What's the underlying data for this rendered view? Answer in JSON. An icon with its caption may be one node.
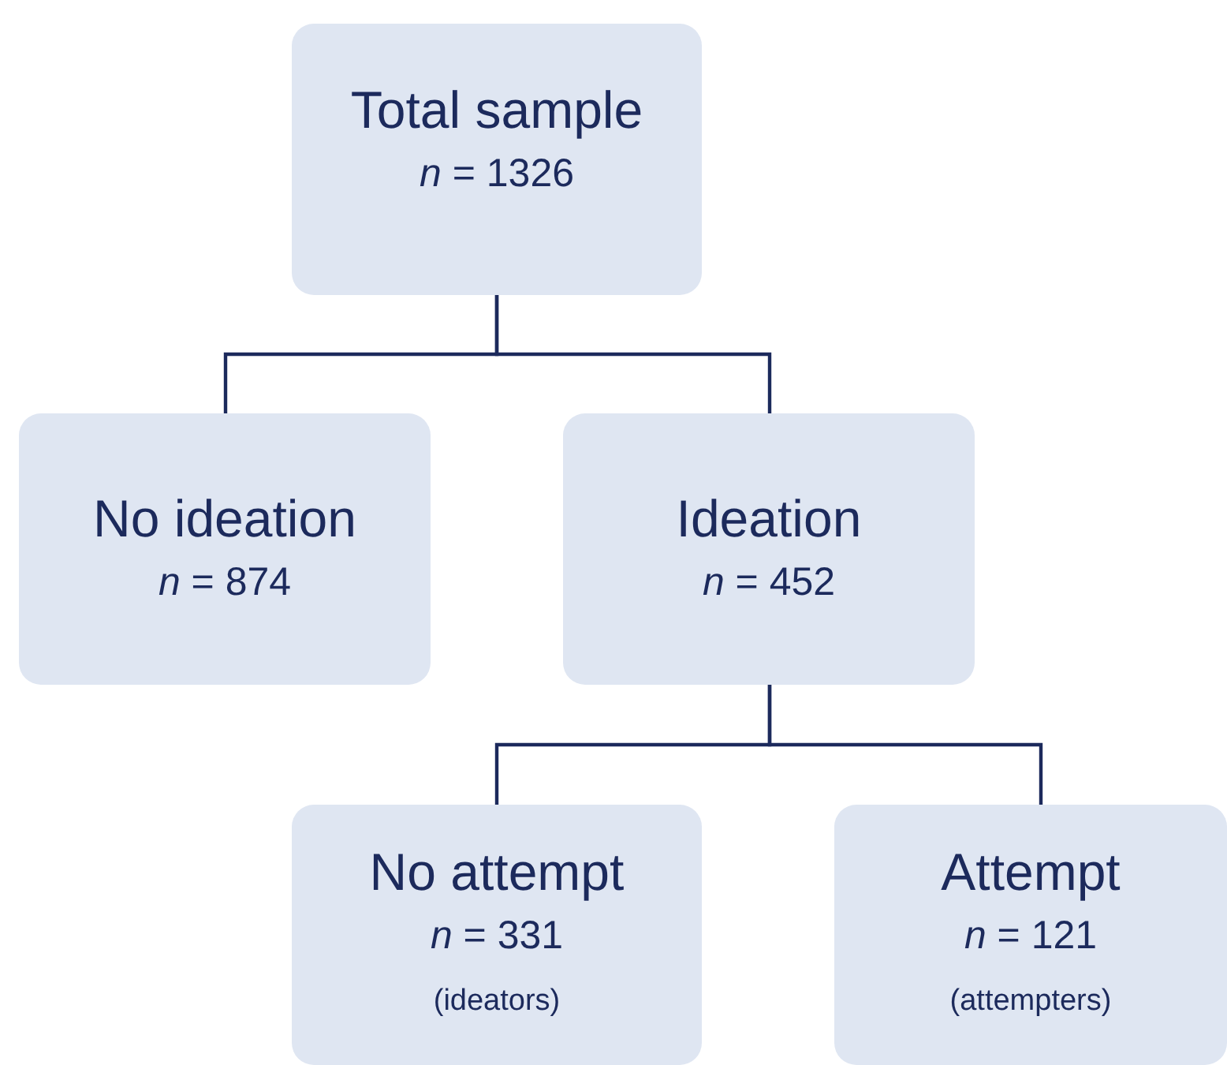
{
  "diagram": {
    "nodes": [
      {
        "text": [
          "Total sample",
          "*n* = 1326"
        ]
      },
      {
        "text": [
          "No ideation",
          "*n* = 874"
        ]
      },
      {
        "text": [
          "Ideation",
          "*n* = 452"
        ]
      },
      {
        "text": [
          "No attempt",
          "*n* = 331",
          "(ideators)"
        ]
      },
      {
        "text": [
          "Attempt",
          "*n* = 121",
          "(attempters)"
        ]
      }
    ],
    "edges": [
      {
        "from": 0,
        "to": 1,
        "arrow": "none"
      },
      {
        "from": 0,
        "to": 2,
        "arrow": "none"
      },
      {
        "from": 2,
        "to": 3,
        "arrow": "none"
      },
      {
        "from": 2,
        "to": 4,
        "arrow": "none"
      }
    ]
  }
}
